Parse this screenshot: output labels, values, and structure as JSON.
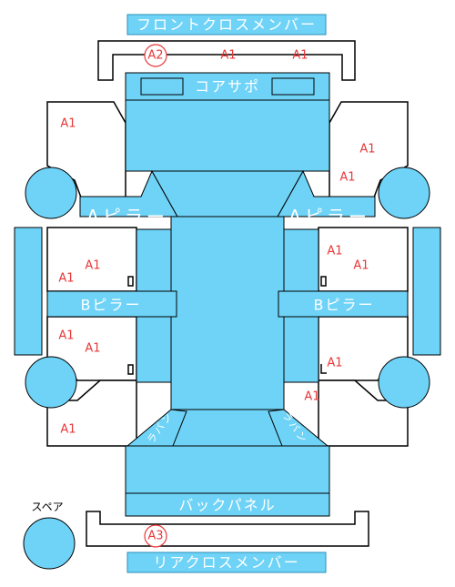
{
  "parts": {
    "front_cross_member": "フロントクロスメンバー",
    "core_support": "コアサポ",
    "a_pillar": "Aピラー",
    "b_pillar": "Bピラー",
    "back_panel": "バックパネル",
    "rear_cross_member": "リアクロスメンバー",
    "spare": "スペア",
    "label_small": "ラバン"
  },
  "codes": {
    "front_member_left": "A2",
    "front_member_mid": "A1",
    "front_member_right": "A1",
    "fender_left": "A1",
    "fender_right_top": "A1",
    "fender_right_low": "A1",
    "front_door_left_a": "A1",
    "front_door_left_b": "A1",
    "front_door_right_a": "A1",
    "front_door_right_b": "A1",
    "rear_door_left_a": "A1",
    "rear_door_left_b": "A1",
    "rear_door_right": "A1",
    "quarter_right": "A1",
    "quarter_left": "A1",
    "rear_member": "A3"
  }
}
